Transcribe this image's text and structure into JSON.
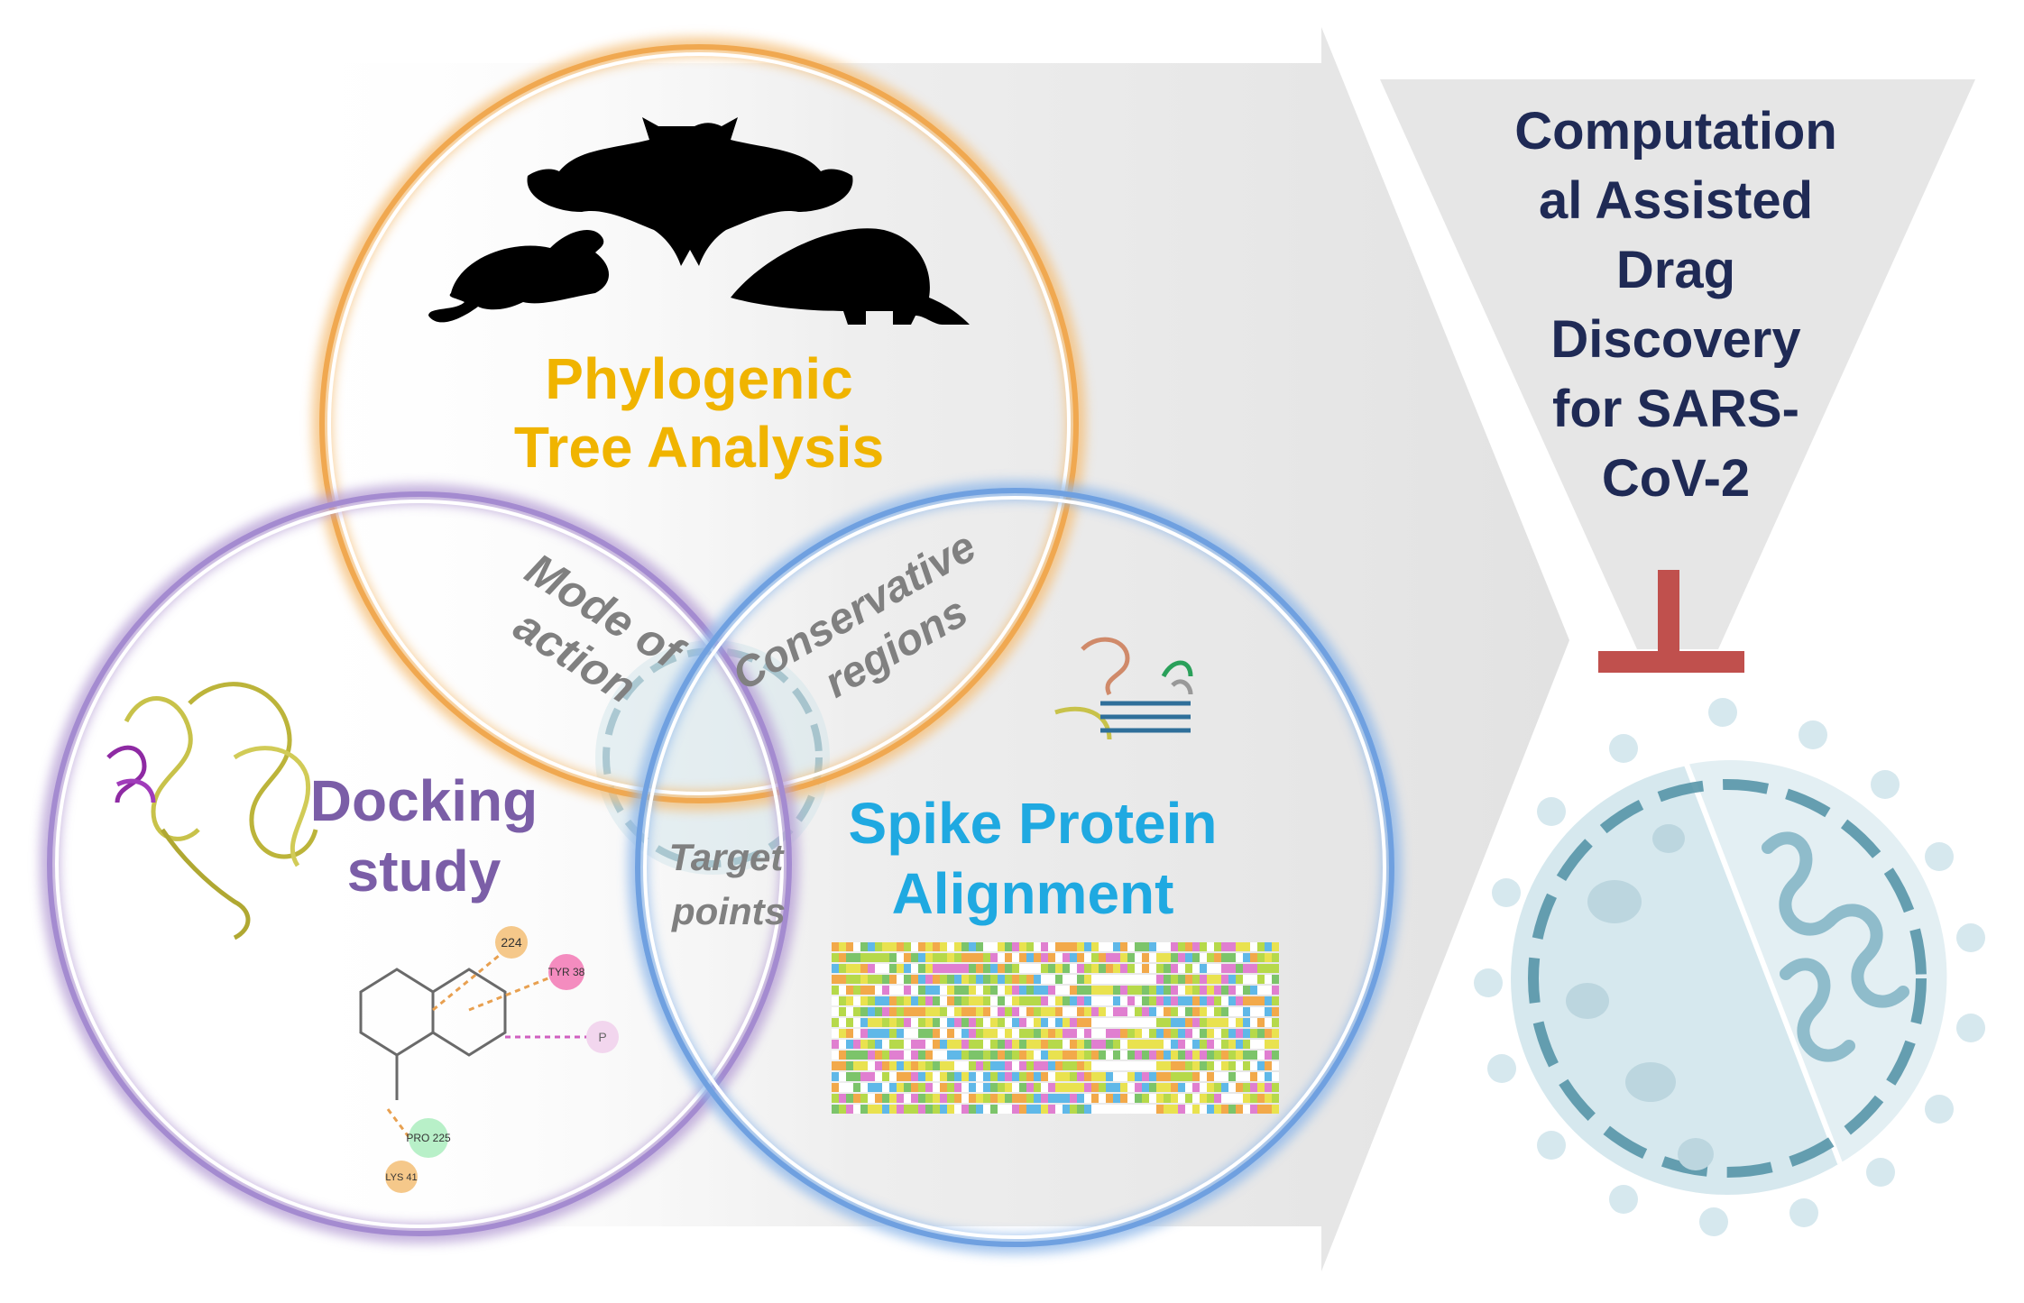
{
  "circles": {
    "phylogenic": {
      "title_line1": "Phylogenic",
      "title_line2": "Tree Analysis",
      "color": "#f0b400",
      "ring_color": "#f5c07a",
      "icons": [
        "bat-icon",
        "mouse-icon",
        "pangolin-icon"
      ]
    },
    "docking": {
      "title_line1": "Docking",
      "title_line2": "study",
      "color": "#7b5ea7",
      "ring_color": "#b7a0d6",
      "residues": [
        "224",
        "TYR 38",
        "P",
        "PRO 225",
        "LYS 41"
      ]
    },
    "spike": {
      "title_line1": "Spike Protein",
      "title_line2": "Alignment",
      "color": "#1fa9e1",
      "ring_color": "#8fb8ea"
    }
  },
  "intersections": {
    "mode_of_action": {
      "line1": "Mode of",
      "line2": "action"
    },
    "conservative_regions": {
      "line1": "Conservative",
      "line2": "regions"
    },
    "target_points": {
      "line1": "Target",
      "line2": "points"
    }
  },
  "funnel": {
    "text_lines": [
      "Computation",
      "al Assisted",
      "Drag",
      "Discovery",
      "for SARS-",
      "CoV-2"
    ],
    "text_color": "#1f2a55",
    "inhibitor_color": "#c0504d"
  },
  "colors": {
    "arrow_fill": "#e6e6e6",
    "virus_light": "#cfe4ea",
    "virus_dark": "#4f8fa3",
    "intersection_text": "#808080"
  }
}
